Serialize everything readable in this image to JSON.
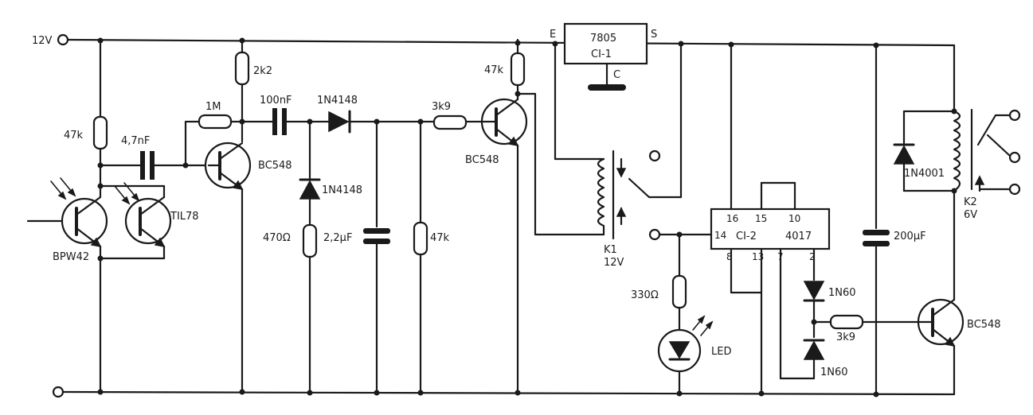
{
  "terminals": {
    "supply": "12V"
  },
  "components": {
    "r_47k_input": "47k",
    "c_4n7": "4,7nF",
    "q_bpw42": "BPW42",
    "q_til78": "TIL78",
    "r_1m": "1M",
    "r_2k2": "2k2",
    "q1_bc548": "BC548",
    "c_100nf": "100nF",
    "d_1n4148_series": "1N4148",
    "d_1n4148_shunt": "1N4148",
    "r_470": "470Ω",
    "c_2u2": "2,2µF",
    "r_3k9_base": "3k9",
    "r_47k_shunt": "47k",
    "r_47k_collector": "47k",
    "q2_bc548": "BC548",
    "reg_7805": "7805",
    "reg_ci1": "CI-1",
    "reg_pin_e": "E",
    "reg_pin_s": "S",
    "reg_pin_c": "C",
    "k1": "K1",
    "k1_voltage": "12V",
    "r_330": "330Ω",
    "led": "LED",
    "ic_ci2": "CI-2",
    "ic_4017": "4017",
    "pin_16": "16",
    "pin_15": "15",
    "pin_10": "10",
    "pin_14": "14",
    "pin_8": "8",
    "pin_13": "13",
    "pin_7": "7",
    "pin_2": "2",
    "d_1n60_top": "1N60",
    "d_1n60_bottom": "1N60",
    "r_3k9_output": "3k9",
    "c_200uf": "200µF",
    "d_1n4001": "1N4001",
    "k2": "K2",
    "k2_voltage": "6V",
    "q3_bc548": "BC548"
  }
}
